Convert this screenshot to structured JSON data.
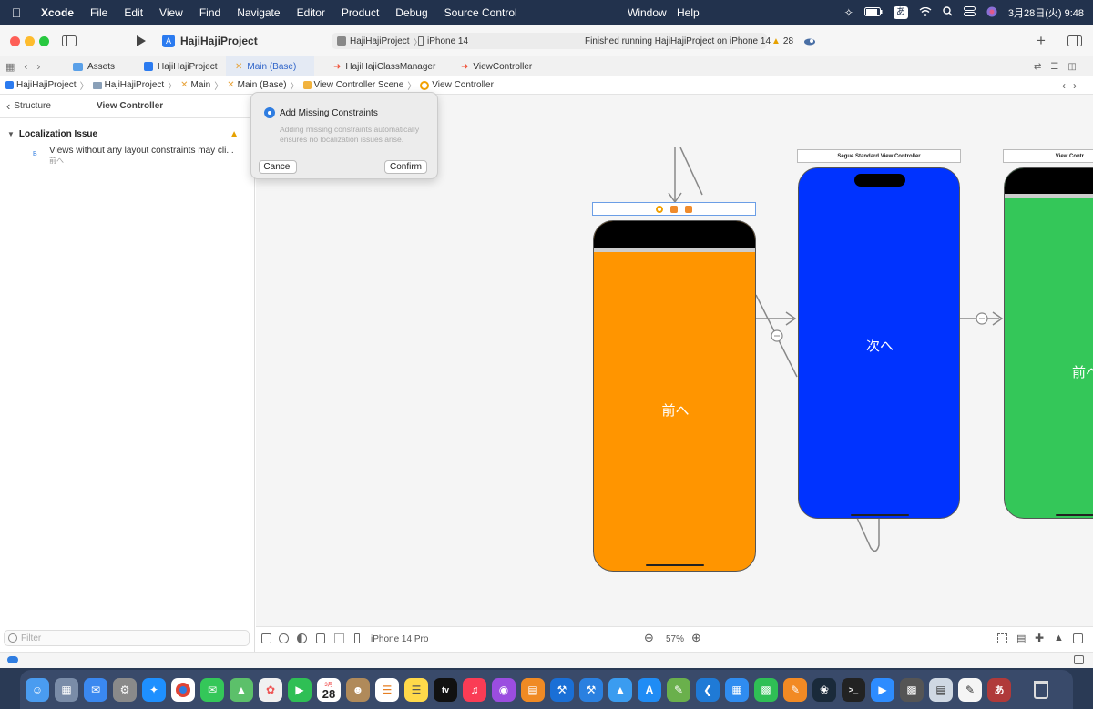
{
  "menubar": {
    "app": "Xcode",
    "items": [
      "File",
      "Edit",
      "View",
      "Find",
      "Navigate",
      "Editor",
      "Product",
      "Debug",
      "Source Control",
      "Window",
      "Help"
    ],
    "ime": "あ",
    "datetime": "3月28日(火) 9:48"
  },
  "toolbar": {
    "project_name": "HajiHajiProject",
    "scheme": "HajiHajiProject",
    "device": "iPhone 14",
    "status": "Finished running HajiHajiProject on iPhone 14",
    "warning_count": "28"
  },
  "tabs": [
    {
      "label": "Assets"
    },
    {
      "label": "HajiHajiProject"
    },
    {
      "label": "Main (Base)",
      "active": true
    },
    {
      "label": "HajiHajiClassManager"
    },
    {
      "label": "ViewController"
    }
  ],
  "jumpbar": [
    "HajiHajiProject",
    "HajiHajiProject",
    "Main",
    "Main (Base)",
    "View Controller Scene",
    "View Controller"
  ],
  "outline": {
    "back_label": "Structure",
    "title": "View Controller",
    "section": "Localization Issue",
    "issue_text": "Views without any layout constraints may cli...",
    "issue_sub": "前へ",
    "issue_prefix": "B",
    "filter_placeholder": "Filter"
  },
  "popover": {
    "option": "Add Missing Constraints",
    "description": "Adding missing constraints automatically ensures no localization issues arise.",
    "cancel": "Cancel",
    "confirm": "Confirm"
  },
  "canvas": {
    "scene1_button": "前へ",
    "scene2_title": "Segue Standard View Controller",
    "scene2_button": "次へ",
    "scene3_title": "View Contr",
    "scene3_button": "前へ",
    "colors": {
      "orange": "#ff9500",
      "blue": "#0033ff",
      "green": "#34c759"
    }
  },
  "bottombar": {
    "device": "iPhone 14 Pro",
    "zoom": "57%"
  },
  "dock": {
    "calendar_month": "3月",
    "calendar_day": "28",
    "ime": "あ"
  }
}
